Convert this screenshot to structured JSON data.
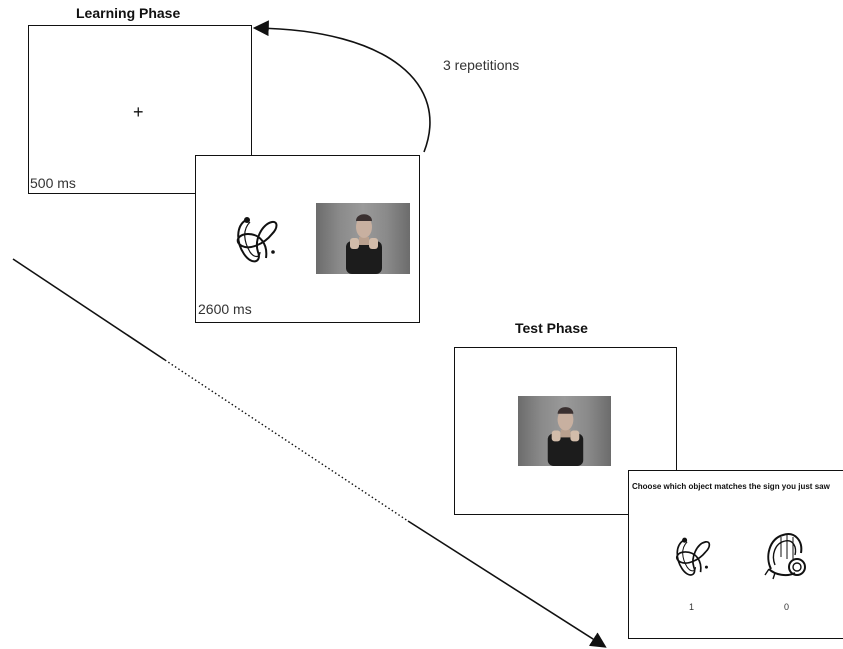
{
  "learning": {
    "title": "Learning Phase",
    "fixation_symbol": "+",
    "fixation_duration": "500 ms",
    "pairing_duration": "2600 ms",
    "repetitions": "3 repetitions"
  },
  "test": {
    "title": "Test Phase",
    "prompt": "Choose which object matches the sign you just saw",
    "choice_left_label": "1",
    "choice_right_label": "0"
  },
  "icons": {
    "novel_object": "abstract-loop-object-icon",
    "distractor_object": "bell-shaped-object-icon",
    "signer_video": "signer-video-frame"
  }
}
